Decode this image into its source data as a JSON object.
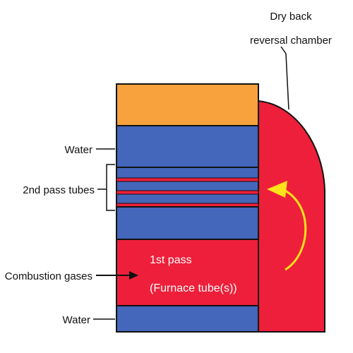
{
  "labels": {
    "chamber_line1": "Dry back",
    "chamber_line2": "reversal chamber",
    "water_top": "Water",
    "second_pass_tubes": "2nd pass tubes",
    "combustion_gases": "Combustion gases",
    "water_bottom": "Water",
    "first_pass_line1": "1st pass",
    "first_pass_line2": "(Furnace tube(s))"
  },
  "colors": {
    "steam": "#F7A23C",
    "water": "#4466BB",
    "gas": "#EE1F3A",
    "arrow": "#FFE21A",
    "outline": "#111111"
  }
}
